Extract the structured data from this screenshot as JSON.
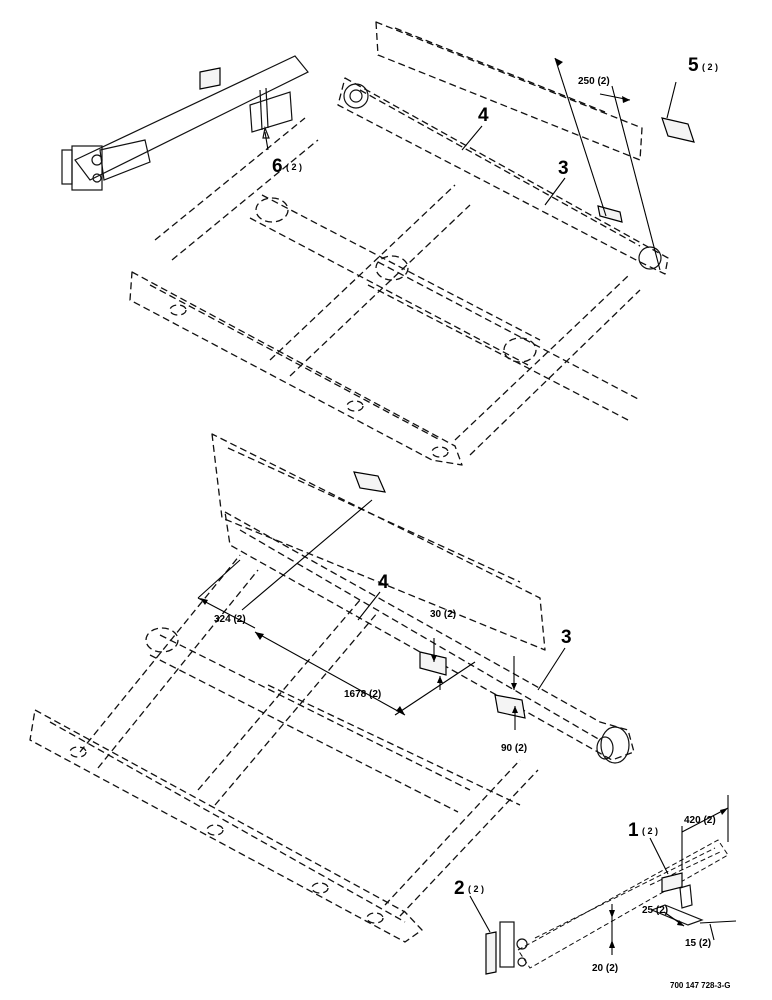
{
  "callouts": {
    "top": {
      "item5": {
        "num": "5",
        "qty": "( 2 )"
      },
      "item4": {
        "num": "4"
      },
      "item3": {
        "num": "3"
      },
      "item6": {
        "num": "6",
        "qty": "( 2 )"
      },
      "dim250": "250 (2)"
    },
    "middle": {
      "item4": {
        "num": "4"
      },
      "item3": {
        "num": "3"
      },
      "dim324": "324 (2)",
      "dim1678": "1678 (2)",
      "dim30": "30 (2)",
      "dim90": "90 (2)"
    },
    "bottom": {
      "item1": {
        "num": "1",
        "qty": "( 2 )"
      },
      "item2": {
        "num": "2",
        "qty": "( 2 )"
      },
      "dim420": "420 (2)",
      "dim25": "25 (2)",
      "dim15": "15 (2)",
      "dim20": "20 (2)"
    }
  },
  "drawing_ref": "700 147 728-3-G"
}
